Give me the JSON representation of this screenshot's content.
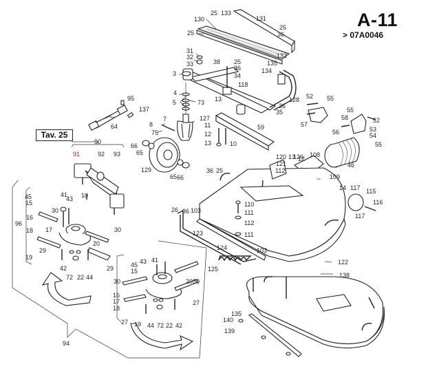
{
  "header": {
    "title": "A-11",
    "subtitle": "> 07A0046",
    "table_ref": "Tav. 25"
  },
  "labels": {
    "top_frame": [
      "130",
      "25",
      "133",
      "131",
      "25",
      "36",
      "25",
      "132",
      "31",
      "32",
      "33",
      "38",
      "25",
      "36",
      "34",
      "135",
      "134",
      "3",
      "118",
      "4",
      "5",
      "73",
      "13",
      "36",
      "35",
      "128",
      "95",
      "137",
      "64",
      "7",
      "8",
      "75",
      "127",
      "11",
      "12",
      "13",
      "10",
      "59",
      "66",
      "65",
      "129",
      "65",
      "66"
    ],
    "right_brackets": [
      "52",
      "55",
      "57",
      "55",
      "58",
      "52",
      "56",
      "53",
      "54",
      "55"
    ],
    "chute": [
      "13",
      "12",
      "108",
      "46",
      "109",
      "120",
      "121",
      "126",
      "112"
    ],
    "roller": [
      "14",
      "117",
      "115",
      "116",
      "117"
    ],
    "deck": [
      "36",
      "25",
      "26",
      "36",
      "103",
      "110",
      "111",
      "112",
      "111",
      "123",
      "124",
      "103",
      "125",
      "122"
    ],
    "gearbox": [
      "90",
      "91",
      "92",
      "93",
      "10"
    ],
    "left_blade": [
      "45",
      "41",
      "43",
      "15",
      "30",
      "16",
      "17",
      "96",
      "18",
      "20",
      "30",
      "29",
      "19",
      "42",
      "72",
      "22",
      "44",
      "29"
    ],
    "right_blade": [
      "45",
      "43",
      "41",
      "15",
      "30",
      "20",
      "30",
      "16",
      "17",
      "27",
      "18",
      "27",
      "19",
      "44",
      "72",
      "22",
      "42"
    ],
    "lower_deck": [
      "138",
      "135",
      "140",
      "139"
    ],
    "assembly": [
      "94"
    ]
  },
  "highlight_color": "#c0182a"
}
